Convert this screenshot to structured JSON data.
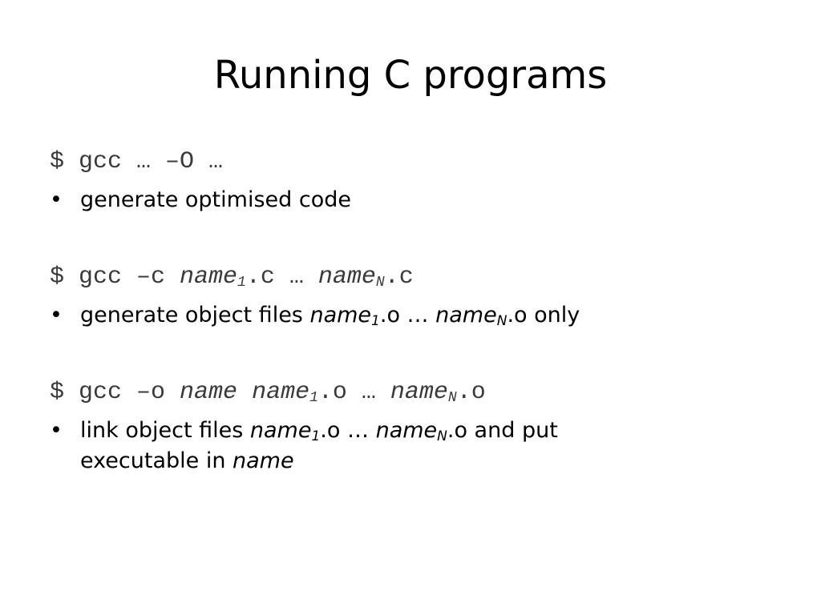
{
  "slide": {
    "title": "Running C programs",
    "bullet_symbol": "•",
    "sections": [
      {
        "command": {
          "prompt": "$ gcc … –O …"
        },
        "bullet": {
          "text": "generate optimised code"
        }
      },
      {
        "command": {
          "prefix": "$ gcc –c ",
          "name": "name",
          "sub1": "1",
          "ext1": ".c … ",
          "subN": "N",
          "ext2": ".c"
        },
        "bullet": {
          "prefix": "generate object files ",
          "name": "name",
          "sub1": "1",
          "mid": ".o … ",
          "subN": "N",
          "suffix": ".o only"
        }
      },
      {
        "command": {
          "prefix": "$ gcc –o ",
          "name": "name",
          "space": " ",
          "sub1": "1",
          "ext1": ".o … ",
          "subN": "N",
          "ext2": ".o"
        },
        "bullet": {
          "prefix": "link object files ",
          "name": "name",
          "sub1": "1",
          "mid": ".o … ",
          "subN": "N",
          "suffix": ".o  and put",
          "line2_prefix": "executable in "
        }
      }
    ]
  }
}
